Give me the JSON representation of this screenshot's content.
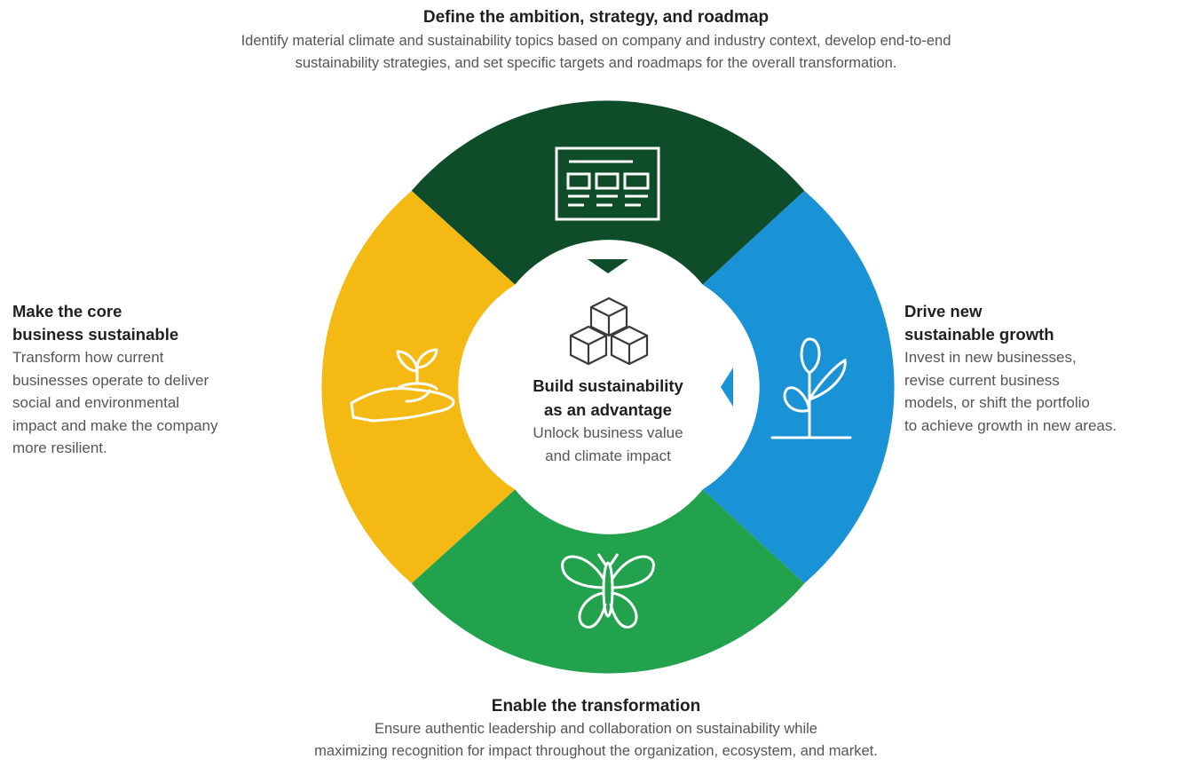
{
  "top": {
    "heading": "Define the ambition, strategy, and roadmap",
    "desc_line1": "Identify material climate and sustainability topics based on company and industry context, develop end-to-end",
    "desc_line2": "sustainability strategies, and set specific targets and roadmaps for the overall transformation."
  },
  "left": {
    "heading_line1": "Make the core",
    "heading_line2": "business sustainable",
    "desc_line1": "Transform how current",
    "desc_line2": "businesses operate to deliver",
    "desc_line3": "social and environmental",
    "desc_line4": "impact and make the company",
    "desc_line5": "more resilient."
  },
  "right": {
    "heading_line1": "Drive new",
    "heading_line2": "sustainable growth",
    "desc_line1": "Invest in new businesses,",
    "desc_line2": "revise current business",
    "desc_line3": "models, or shift the portfolio",
    "desc_line4": "to achieve growth in new areas."
  },
  "bottom": {
    "heading": "Enable the transformation",
    "desc_line1": "Ensure authentic leadership and collaboration on sustainability while",
    "desc_line2": "maximizing recognition for impact throughout the organization, ecosystem, and market."
  },
  "center": {
    "heading_line1": "Build sustainability",
    "heading_line2": "as an advantage",
    "desc_line1": "Unlock business value",
    "desc_line2": "and climate impact"
  },
  "segments": {
    "top": {
      "color": "#0f4d2a",
      "icon": "roadmap-document-icon"
    },
    "right": {
      "color": "#1a92d6",
      "icon": "sprout-plant-icon"
    },
    "bottom": {
      "color": "#23a24d",
      "icon": "butterfly-icon"
    },
    "left": {
      "color": "#f5b914",
      "icon": "hand-seedling-icon"
    },
    "center_icon": "cubes-icon"
  }
}
